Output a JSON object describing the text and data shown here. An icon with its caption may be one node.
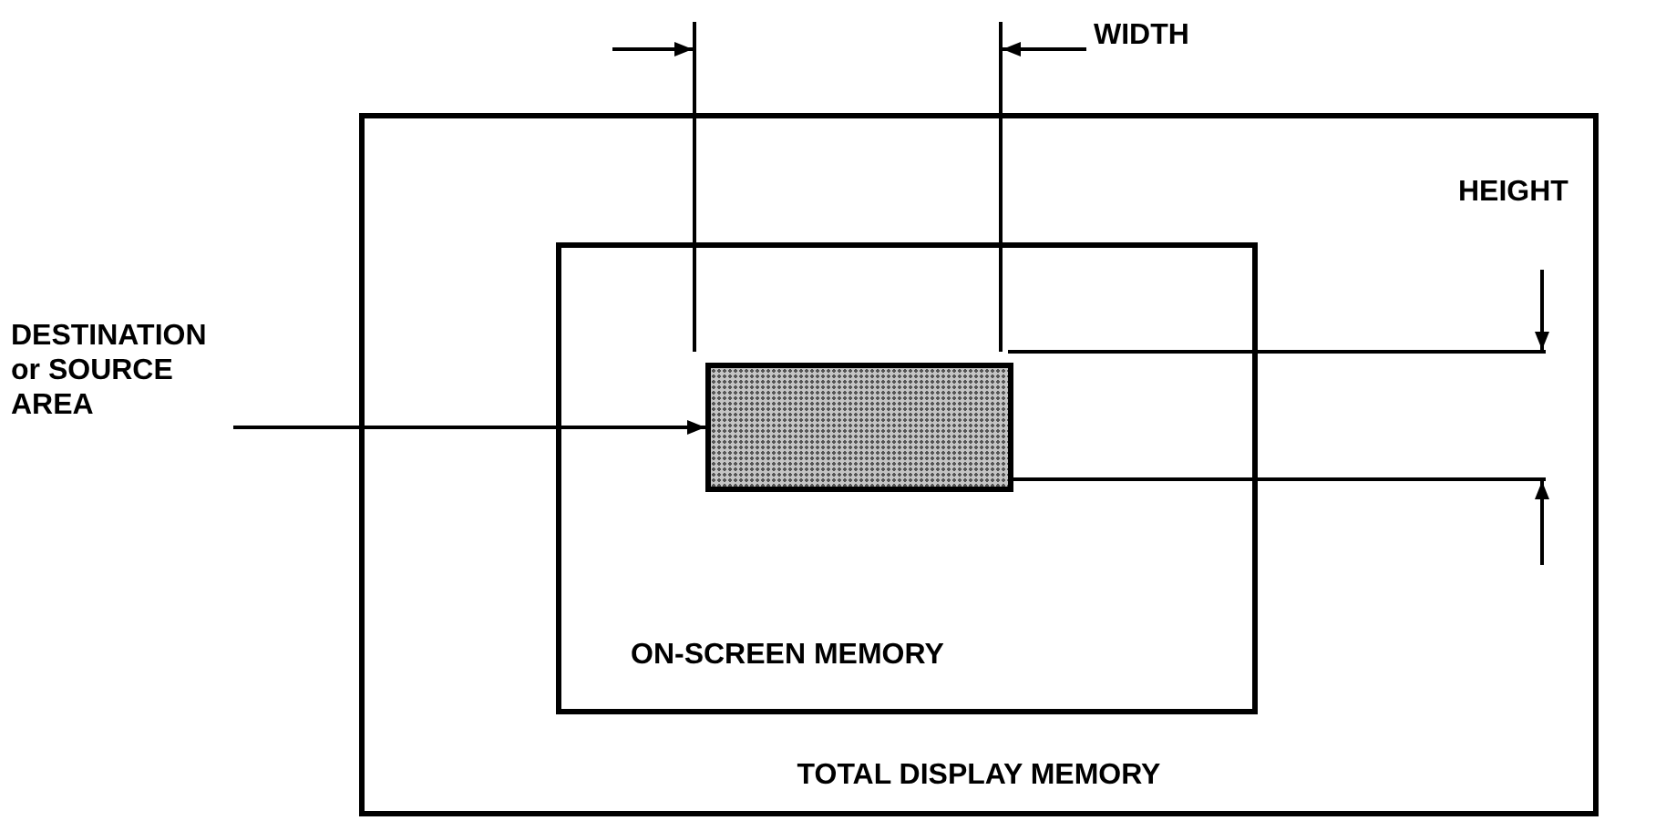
{
  "diagram": {
    "nodes": [
      {
        "text": [
          "TOTAL DISPLAY MEMORY"
        ]
      },
      {
        "text": [
          "ON-SCREEN MEMORY"
        ],
        "in": 0
      },
      {
        "text": [],
        "shape": "box",
        "in": 1
      },
      {
        "text": [
          "DESTINATION or SOURCE AREA"
        ]
      }
    ],
    "edges": [
      {
        "from": 3,
        "to": 2,
        "arrow": "to"
      }
    ],
    "labels": [
      "WIDTH",
      "HEIGHT"
    ]
  }
}
